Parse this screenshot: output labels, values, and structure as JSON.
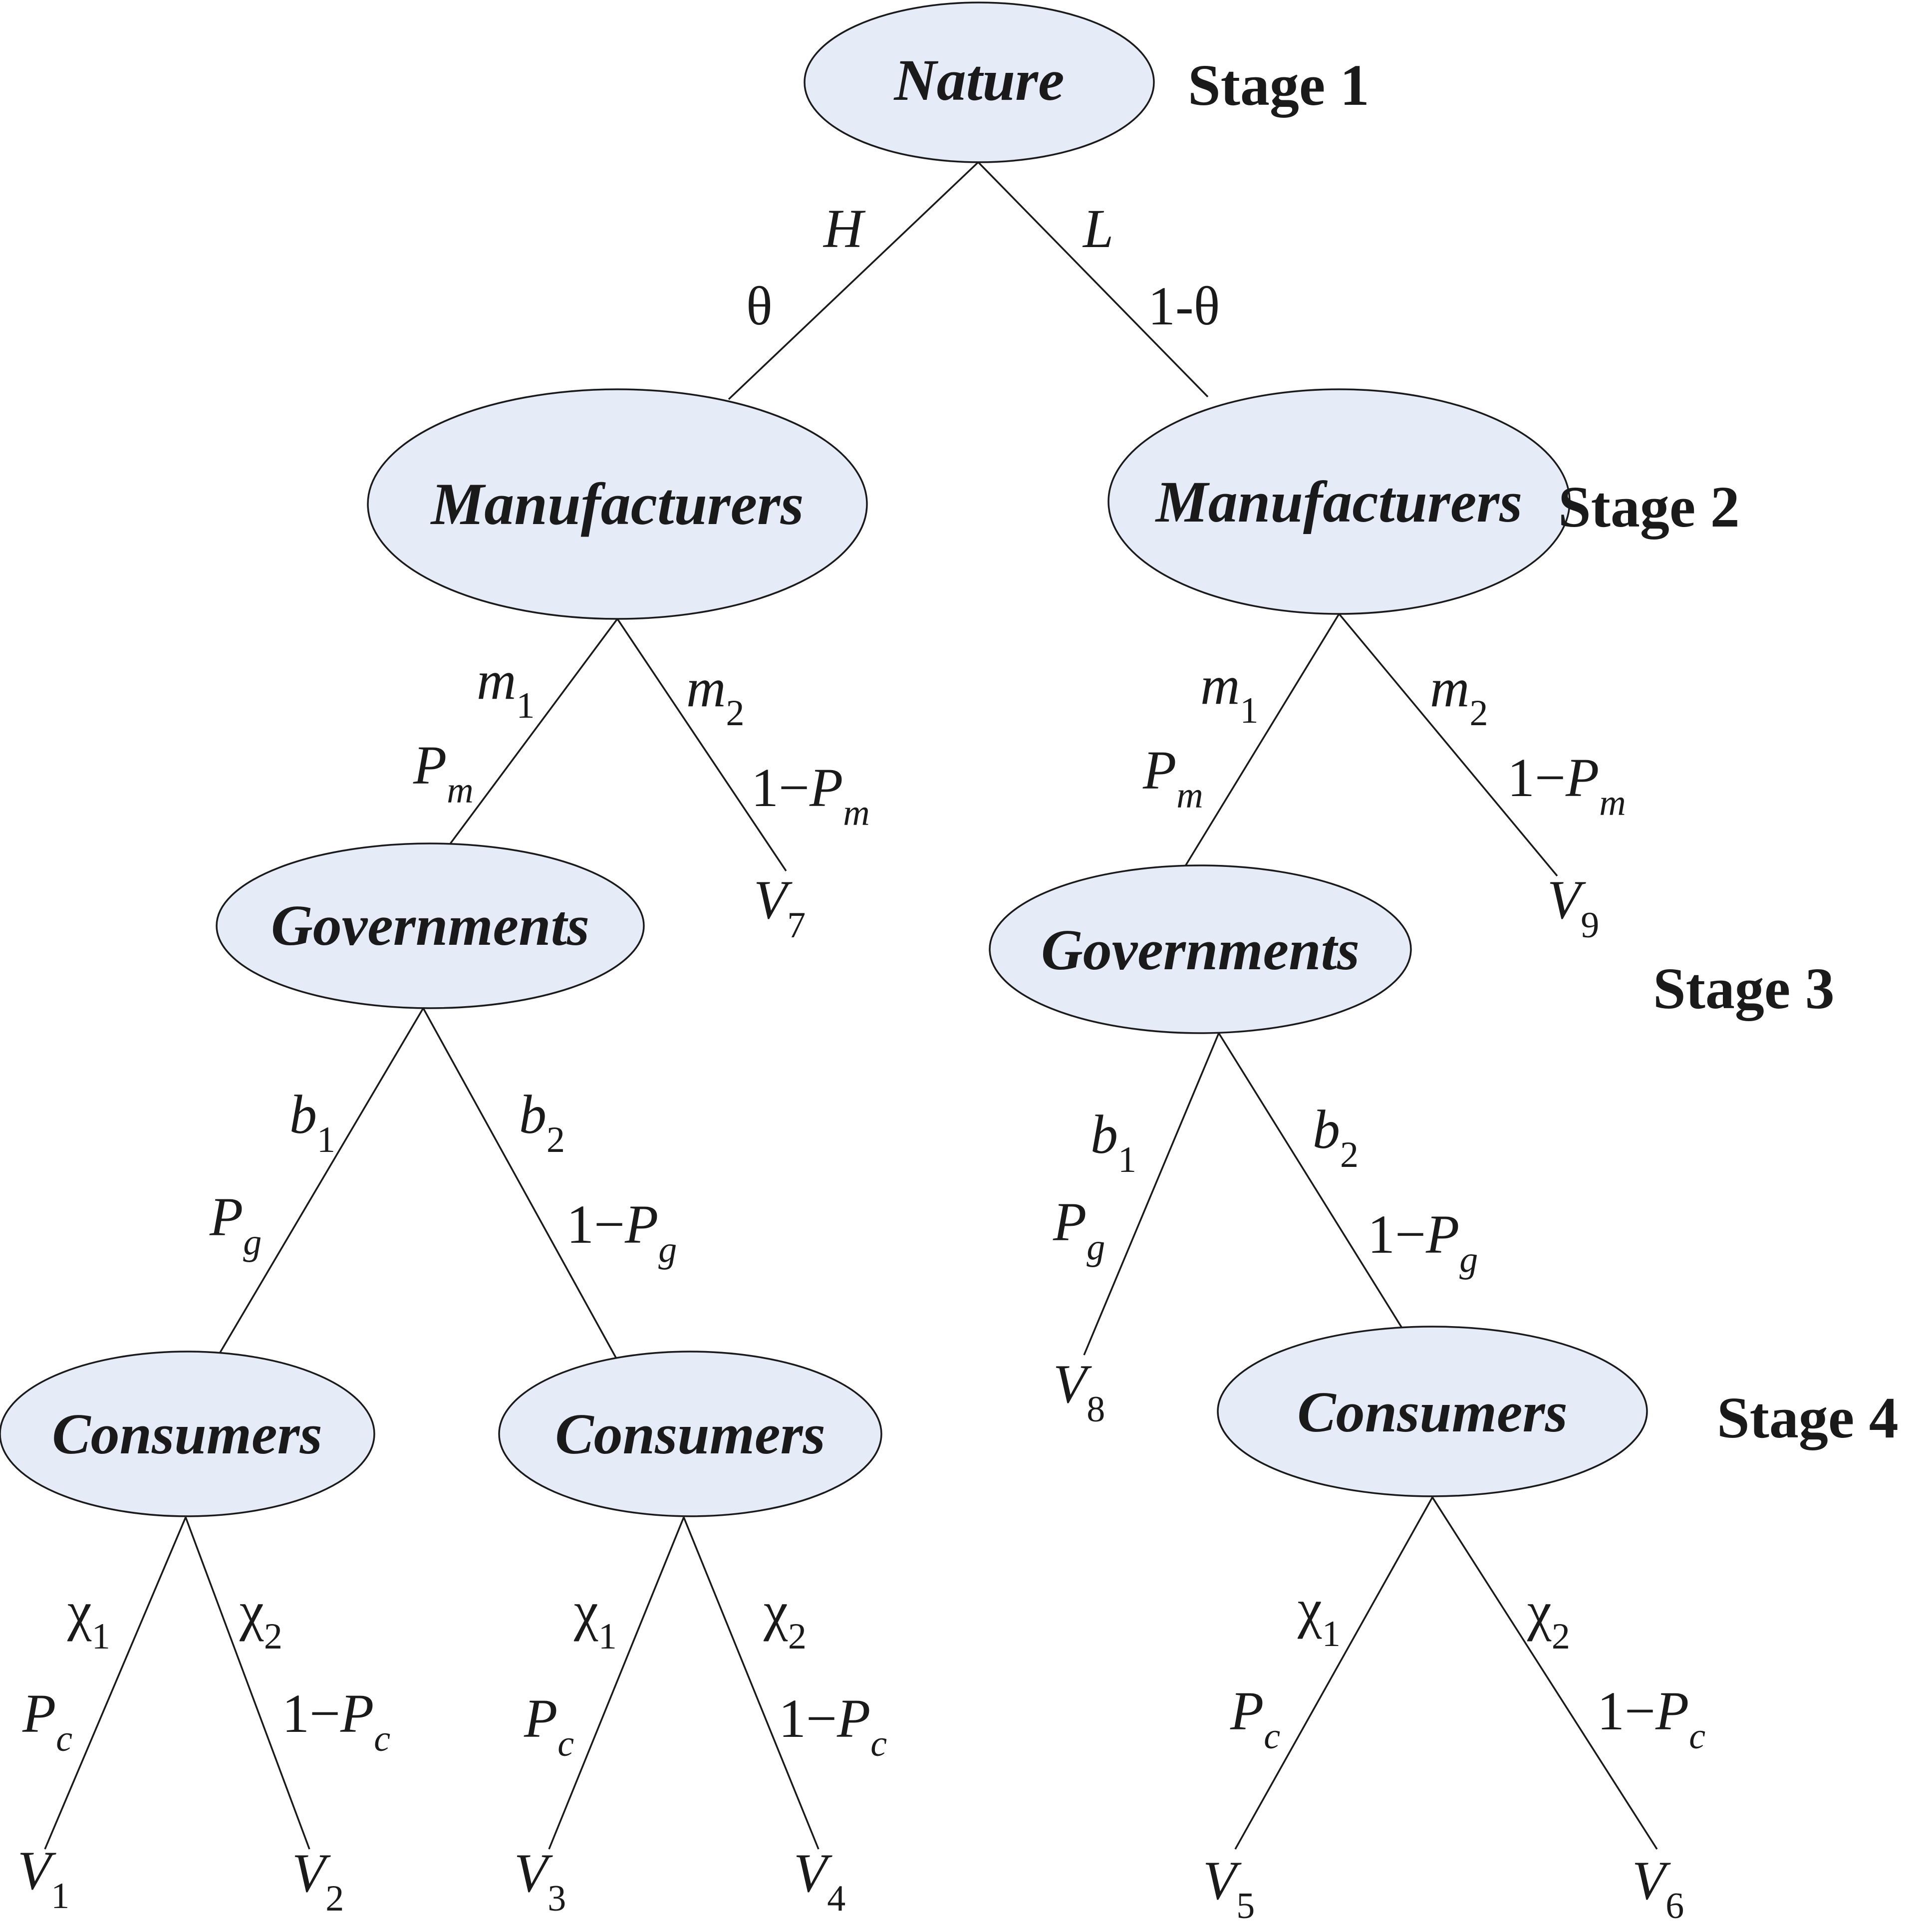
{
  "nodes": {
    "nature": "Nature",
    "manufacturers_h": "Manufacturers",
    "manufacturers_l": "Manufacturers",
    "governments_h": "Governments",
    "governments_l": "Governments",
    "consumers_hb1": "Consumers",
    "consumers_hb2": "Consumers",
    "consumers_l": "Consumers"
  },
  "stages": {
    "stage1": "Stage 1",
    "stage2": "Stage 2",
    "stage3": "Stage 3",
    "stage4": "Stage 4"
  },
  "edges": {
    "h_action": "H",
    "h_prob": "θ",
    "l_action": "L",
    "l_prob": "1-θ",
    "m1_base": "m",
    "m1_sub": "1",
    "m2_base": "m",
    "m2_sub": "2",
    "pm_base": "P",
    "pm_sub": "m",
    "one_minus": "1−",
    "b1_base": "b",
    "b1_sub": "1",
    "b2_base": "b",
    "b2_sub": "2",
    "pg_base": "P",
    "pg_sub": "g",
    "chi1_base": "χ",
    "chi1_sub": "1",
    "chi2_base": "χ",
    "chi2_sub": "2",
    "pc_base": "P",
    "pc_sub": "c"
  },
  "payoffs": {
    "v1_base": "V",
    "v1_sub": "1",
    "v2_base": "V",
    "v2_sub": "2",
    "v3_base": "V",
    "v3_sub": "3",
    "v4_base": "V",
    "v4_sub": "4",
    "v5_base": "V",
    "v5_sub": "5",
    "v6_base": "V",
    "v6_sub": "6",
    "v7_base": "V",
    "v7_sub": "7",
    "v8_base": "V",
    "v8_sub": "8",
    "v9_base": "V",
    "v9_sub": "9"
  },
  "colors": {
    "node_fill": "#e6ebf8",
    "ink": "#1a1a1a"
  }
}
